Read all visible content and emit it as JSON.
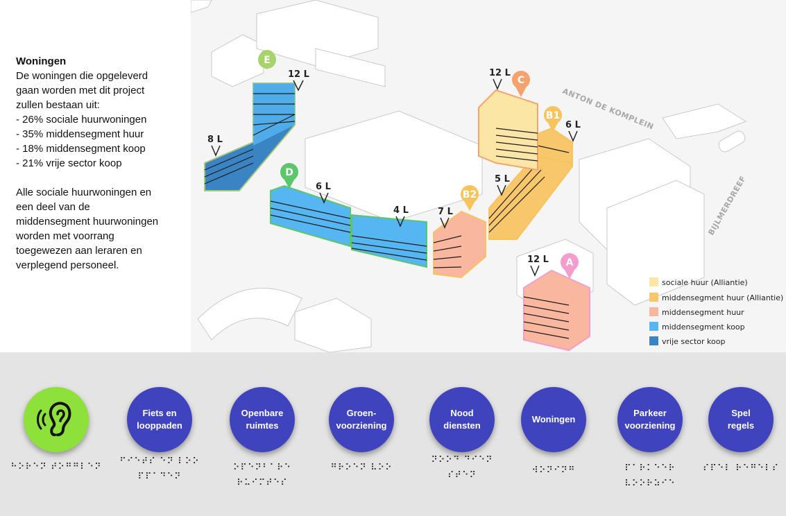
{
  "info": {
    "title": "Woningen",
    "intro": [
      "De woningen die opgeleverd",
      "gaan worden met dit project",
      "zullen bestaan uit:"
    ],
    "items": [
      "- 26% sociale huurwoningen",
      "- 35% middensegment huur",
      "- 18% middensegment koop",
      "- 21% vrije sector koop"
    ],
    "note": [
      "Alle sociale huurwoningen en",
      "een deel van de",
      "middensegment huurwoningen",
      "worden met voorrang",
      "toegewezen aan leraren en",
      "verplegend personeel."
    ]
  },
  "map": {
    "streets": [
      "ANTON DE KOMPLEIN",
      "BIJLMERDREEF"
    ],
    "pins": [
      "E",
      "D",
      "C",
      "B1",
      "B2",
      "A"
    ],
    "floor_labels": [
      "12 L",
      "8 L",
      "6 L",
      "4 L",
      "7 L",
      "12 L",
      "6 L",
      "5 L",
      "12 L"
    ],
    "legend": [
      {
        "label": "sociale huur (Alliantie)",
        "color": "#fbe6a6"
      },
      {
        "label": "middensegment huur (Alliantie)",
        "color": "#f9c76b"
      },
      {
        "label": "middensegment huur",
        "color": "#f9b7a0"
      },
      {
        "label": "middensegment  koop",
        "color": "#56b6f2"
      },
      {
        "label": "vrije sector koop",
        "color": "#3a84c4"
      }
    ],
    "colors": {
      "sociale_huur": "#fbe6a6",
      "middensegment_huur_alliantie": "#f9c76b",
      "middensegment_huur": "#f9b7a0",
      "middensegment_koop": "#56b6f2",
      "vrije_sector_koop": "#3a84c4",
      "pin_E": "#a6d46a",
      "pin_D": "#5cc66a",
      "pin_C": "#f5a36e",
      "pin_B": "#f7c35c",
      "pin_A": "#f49ccb"
    }
  },
  "nav": {
    "active_icon": "ear-sound-icon",
    "items": [
      {
        "label": "",
        "braille": "⠓⠕⠗⠑⠝ ⠞⠕⠛⠛⠇⠑⠝"
      },
      {
        "label": "Fiets en\nlooppaden",
        "braille": "⠋⠊⠑⠞⠎ ⠑⠝ ⠇⠕⠕\n⠏⠏⠁⠙⠑⠝"
      },
      {
        "label": "Openbare\nruimtes",
        "braille": "⠕⠏⠑⠝⠃⠁⠗⠑ ⠗⠥⠊⠍⠞⠑⠎"
      },
      {
        "label": "Groen-\nvoorziening",
        "braille": "⠛⠗⠕⠑⠝ ⠧⠕⠕"
      },
      {
        "label": "Nood\ndiensten",
        "braille": "⠝⠕⠕⠙ ⠙⠊⠑⠝\n⠎⠞⠑⠝"
      },
      {
        "label": "Woningen",
        "braille": "⠺⠕⠝⠊⠝⠛"
      },
      {
        "label": "Parkeer\nvoorziening",
        "braille": "⠏⠁⠗⠅⠑⠑⠗ ⠧⠕⠕⠗⠵⠊⠑"
      },
      {
        "label": "Spel\nregels",
        "braille": "⠎⠏⠑⠇ ⠗⠑⠛⠑⠇⠎"
      }
    ]
  }
}
